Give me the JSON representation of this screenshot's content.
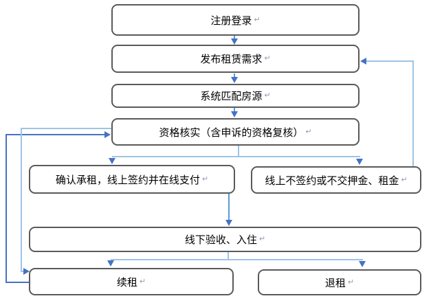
{
  "flowchart": {
    "paragraph_mark": "↵",
    "colors": {
      "box_border": "#595959",
      "connector_medium": "#5B9BD5",
      "connector_light": "#9DC3E6",
      "connector_dark": "#4472C4",
      "background": "#ffffff",
      "text": "#000000"
    },
    "nodes": [
      {
        "id": "register-login",
        "label": "注册登录"
      },
      {
        "id": "publish-demand",
        "label": "发布租赁需求"
      },
      {
        "id": "system-match",
        "label": "系统匹配房源"
      },
      {
        "id": "qualification-check",
        "label": "资格核实（含申诉的资格复核）"
      },
      {
        "id": "confirm-rent-sign-pay",
        "label": "确认承租，线上签约并在线支付"
      },
      {
        "id": "no-sign-no-pay",
        "label": "线上不签约或不交押金、租金"
      },
      {
        "id": "offline-acceptance-checkin",
        "label": "线下验收、入住"
      },
      {
        "id": "renew-lease",
        "label": "续租"
      },
      {
        "id": "terminate-lease",
        "label": "退租"
      }
    ],
    "edges": [
      {
        "from": "register-login",
        "to": "publish-demand"
      },
      {
        "from": "publish-demand",
        "to": "system-match"
      },
      {
        "from": "system-match",
        "to": "qualification-check"
      },
      {
        "from": "qualification-check",
        "to": "confirm-rent-sign-pay"
      },
      {
        "from": "qualification-check",
        "to": "no-sign-no-pay"
      },
      {
        "from": "confirm-rent-sign-pay",
        "to": "offline-acceptance-checkin"
      },
      {
        "from": "offline-acceptance-checkin",
        "to": "renew-lease"
      },
      {
        "from": "offline-acceptance-checkin",
        "to": "terminate-lease"
      },
      {
        "from": "no-sign-no-pay",
        "to": "publish-demand"
      },
      {
        "from": "renew-lease",
        "to": "qualification-check"
      },
      {
        "from": "qualification-check",
        "to": "renew-lease"
      }
    ]
  }
}
